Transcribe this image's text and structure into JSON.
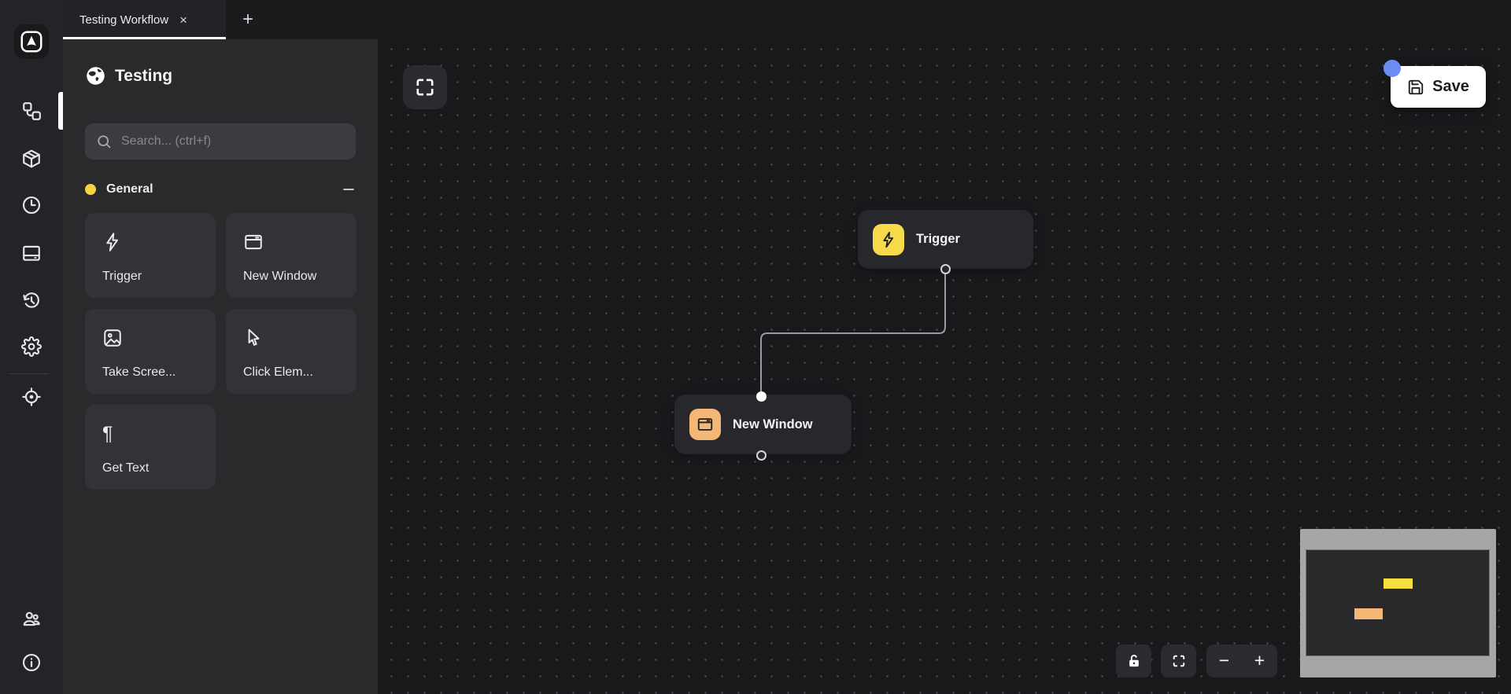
{
  "tab_bar": {
    "active_tab": {
      "label": "Testing Workflow",
      "close_glyph": "×"
    },
    "new_tab_glyph": "+"
  },
  "sidebar": {
    "logo_icon": "automa-logo-icon",
    "icons": [
      "workflow-icon",
      "packages-icon",
      "schedule-icon",
      "computer-icon",
      "history-icon",
      "settings-icon",
      "element-selector-icon",
      "teams-icon",
      "info-icon"
    ],
    "active_item": "workflow"
  },
  "panel": {
    "title": "Testing",
    "title_icon": "globe-icon",
    "search_placeholder": "Search... (ctrl+f)",
    "category": {
      "label": "General",
      "dot_color": "#f5d53f",
      "collapse_icon": "minus-icon"
    },
    "blocks": [
      {
        "label": "Trigger",
        "icon": "lightning-icon"
      },
      {
        "label": "New Window",
        "icon": "window-icon"
      },
      {
        "label": "Take Scree...",
        "icon": "image-icon"
      },
      {
        "label": "Click Elem...",
        "icon": "cursor-icon"
      },
      {
        "label": "Get Text",
        "icon": "pilcrow-icon",
        "glyph": "¶"
      }
    ]
  },
  "canvas": {
    "expand_icon": "fullscreen-icon",
    "save_button": {
      "label": "Save",
      "icon": "floppy-icon",
      "notification_color": "#6c8cf5"
    },
    "nodes": [
      {
        "label": "Trigger",
        "icon": "lightning-icon",
        "icon_bg": "#f7da4a"
      },
      {
        "label": "New Window",
        "icon": "window-icon",
        "icon_bg": "#f3b878"
      }
    ],
    "edge": {
      "from": "Trigger",
      "to": "New Window",
      "color": "#9a9a9e"
    },
    "controls": {
      "lock_icon": "lock-icon",
      "fit_icon": "fit-screen-icon",
      "zoom_out_glyph": "−",
      "zoom_in_glyph": "+"
    }
  },
  "minimap": {
    "background": "#a6a6a8",
    "viewport_background": "#29292c",
    "nodes": [
      {
        "name": "Trigger",
        "color": "#f7df3f"
      },
      {
        "name": "New Window",
        "color": "#f3b878"
      }
    ]
  },
  "colors": {
    "canvas_background": "#19191c",
    "panel_background": "#2a2a2d",
    "card_background": "#323237",
    "node_background": "#28282c",
    "accent_yellow": "#f7da4a",
    "accent_orange": "#f3b878",
    "notification_blue": "#6c8cf5"
  }
}
